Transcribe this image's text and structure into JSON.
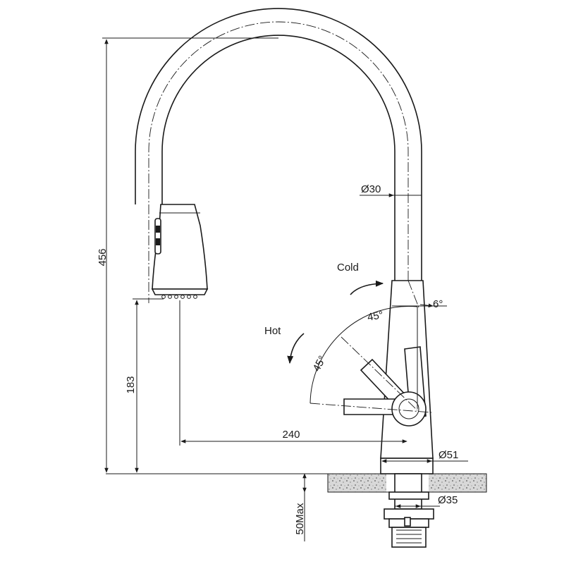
{
  "dimensions": {
    "total_height": "456",
    "spout_height": "183",
    "reach": "240",
    "pipe_diameter": "Ø30",
    "base_diameter": "Ø51",
    "shank_diameter": "Ø35",
    "deck_thickness": "50Max"
  },
  "handle": {
    "cold_label": "Cold",
    "hot_label": "Hot",
    "angle_cold": "45°",
    "angle_hot": "45°",
    "angle_tilt": "6°"
  }
}
